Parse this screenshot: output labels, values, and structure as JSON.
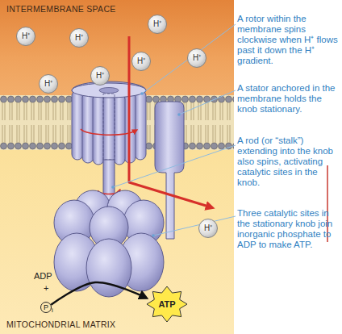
{
  "diagram": {
    "nodes": [
      {
        "text": [
          "INTERMEMBRANE SPACE"
        ]
      },
      {
        "text": [
          "H⁺"
        ],
        "in": 0
      },
      {
        "text": [
          "H⁺"
        ],
        "in": 0
      },
      {
        "text": [
          "H⁺"
        ],
        "in": 0
      },
      {
        "text": [
          "H⁺"
        ],
        "in": 0
      },
      {
        "text": [
          "H⁺"
        ],
        "in": 0
      },
      {
        "text": [
          "H⁺"
        ],
        "in": 0
      },
      {
        "text": [
          "H⁺"
        ],
        "in": 0
      },
      {
        "text": [
          "MITOCHONDRIAL MATRIX"
        ]
      },
      {
        "text": [
          "H⁺"
        ],
        "in": 8
      },
      {
        "text": [
          "P",
          "i"
        ],
        "in": 8
      },
      {
        "text": [
          "ATP"
        ],
        "in": 8
      }
    ],
    "edges": [
      {
        "from": 10,
        "to": 11,
        "arrow": "to"
      }
    ],
    "labels": [
      "ADP",
      "+",
      "A rotor within the membrane spins clockwise when H⁺ flows past it down the H⁺ gradient.",
      "A stator anchored in the membrane holds the knob stationary.",
      "A rod (or “stalk”) extending into the knob also spins, activating catalytic sites in the knob.",
      "Three catalytic sites in the stationary knob join inorganic phosphate to ADP to make ATP."
    ]
  }
}
